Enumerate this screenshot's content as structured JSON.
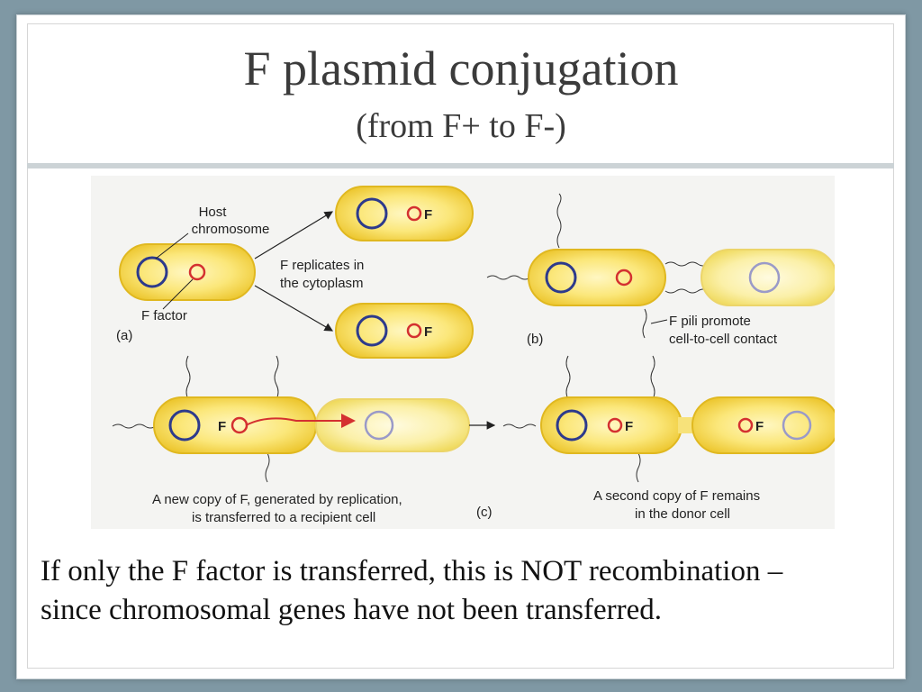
{
  "slide": {
    "title": "F plasmid conjugation",
    "subtitle": "(from F+ to F-)",
    "caption": "If only the F factor is transferred, this is NOT recombination – since chromosomal genes have not been transferred."
  },
  "figure": {
    "panel_a": {
      "label": "(a)",
      "host_chromosome_line1": "Host",
      "host_chromosome_line2": "chromosome",
      "f_factor": "F factor",
      "replicates_line1": "F replicates in",
      "replicates_line2": "the cytoplasm",
      "plasmid_label": "F"
    },
    "panel_b": {
      "label": "(b)",
      "pili_line1": "F pili promote",
      "pili_line2": "cell-to-cell contact"
    },
    "panel_c": {
      "label": "(c)",
      "plasmid_label": "F",
      "transfer_line1": "A new copy of F, generated by replication,",
      "transfer_line2": "is transferred to a recipient cell",
      "remains_line1": "A second copy of F remains",
      "remains_line2": "in the donor cell"
    }
  },
  "colors": {
    "background": "#7f98a4",
    "cell_fill": "#f7dd4f",
    "cell_inner": "#fff3a8",
    "chromosome": "#2d3a8c",
    "plasmid": "#d43030",
    "recipient_chromosome": "#9a9ac8"
  }
}
